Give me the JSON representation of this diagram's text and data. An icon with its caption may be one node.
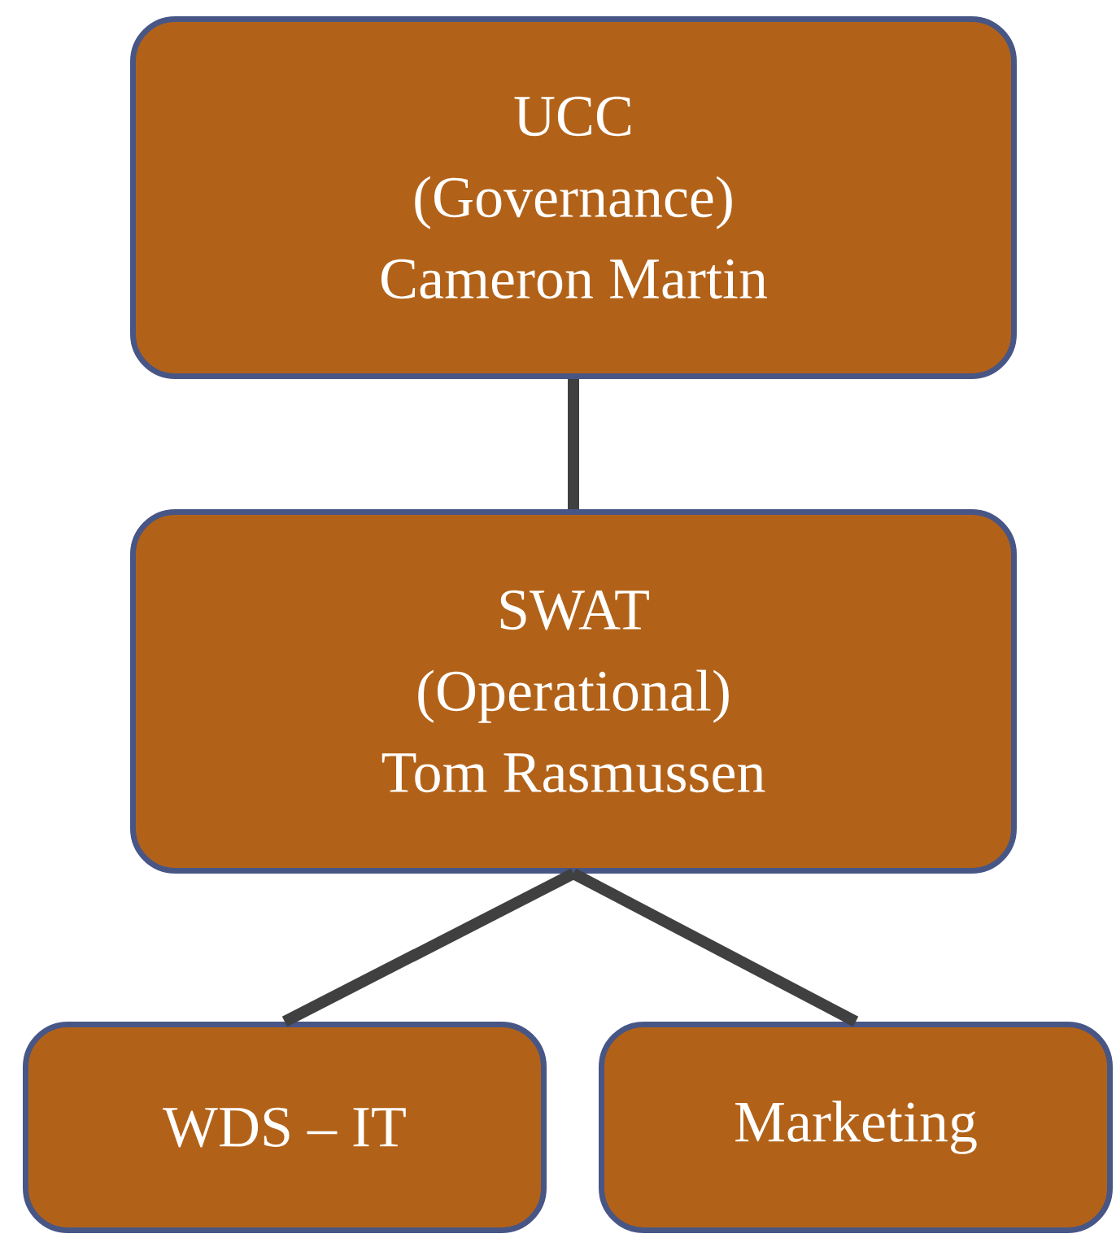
{
  "diagram": {
    "nodes": [
      {
        "text": [
          "UCC",
          "(Governance)",
          "Cameron Martin"
        ]
      },
      {
        "text": [
          "SWAT",
          "(Operational)",
          "Tom Rasmussen"
        ]
      },
      {
        "text": [
          "WDS – IT"
        ]
      },
      {
        "text": [
          "Marketing"
        ]
      }
    ],
    "edges": [
      {
        "from": 0,
        "to": 1,
        "arrow": "none"
      },
      {
        "from": 1,
        "to": 2,
        "arrow": "none"
      },
      {
        "from": 1,
        "to": 3,
        "arrow": "none"
      }
    ]
  }
}
